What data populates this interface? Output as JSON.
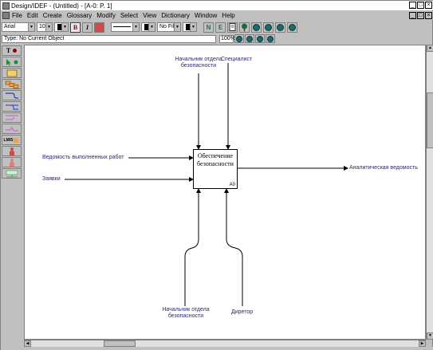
{
  "window": {
    "title": "Design/IDEF - (Untitled) - [A-0:  P. 1]",
    "controls": [
      "_",
      "□",
      "×"
    ],
    "mdi_controls": [
      "_",
      "□",
      "×"
    ]
  },
  "menu": {
    "items": [
      "File",
      "Edit",
      "Create",
      "Glossary",
      "Modify",
      "Select",
      "View",
      "Dictionary",
      "Window",
      "Help"
    ]
  },
  "toolbar": {
    "font": "Arial",
    "size": "10",
    "bold_label": "B",
    "italic_label": "I",
    "fill_label": "No Fill",
    "n_label": "N",
    "e_label": "E"
  },
  "status": {
    "type_text": "Type: No Current Object",
    "zoom": "100%"
  },
  "palette": {
    "t_label": "T",
    "sys_label": "LMIS"
  },
  "diagram": {
    "box_title": "Обеспечение безопасности",
    "box_number": "A0",
    "labels": {
      "control_1": "Начальник отдела безопасности",
      "control_2": "Специалист",
      "input_1": "Ведомость выполненных работ",
      "input_2": "Заявки",
      "output_1": "Аналитическая ведомость",
      "mechanism_1": "Начальник отдела безопасности",
      "mechanism_2": "Диретор"
    },
    "colors": {
      "arrow": "#000000",
      "label": "#2a2a6a"
    }
  },
  "icons": [
    "app-icon",
    "bold-icon",
    "italic-icon",
    "color-icon",
    "tree-icon",
    "zoom-icon",
    "select-icon",
    "box-icon",
    "arrow-icon",
    "person-icon"
  ]
}
